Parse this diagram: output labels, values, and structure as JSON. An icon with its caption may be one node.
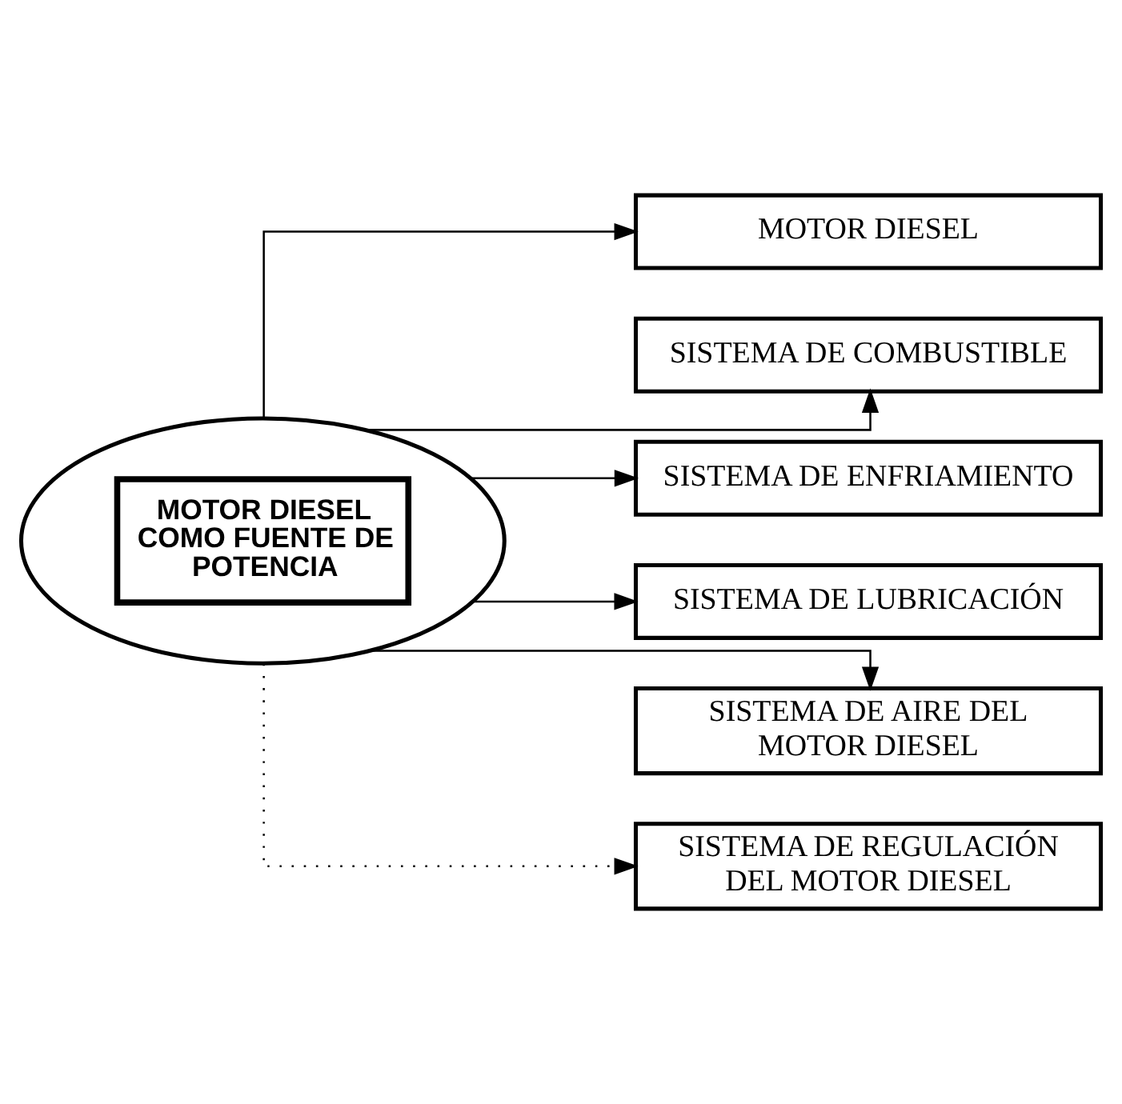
{
  "diagram": {
    "nodes": [
      {
        "text": [
          "MOTOR DIESEL COMO FUENTE DE POTENCIA"
        ]
      },
      {
        "text": [
          "MOTOR DIESEL"
        ]
      },
      {
        "text": [
          "SISTEMA DE COMBUSTIBLE"
        ]
      },
      {
        "text": [
          "SISTEMA DE ENFRIAMIENTO"
        ]
      },
      {
        "text": [
          "SISTEMA DE LUBRICACIÓN"
        ]
      },
      {
        "text": [
          "SISTEMA DE AIRE DEL MOTOR DIESEL"
        ]
      },
      {
        "text": [
          "SISTEMA DE REGULACIÓN DEL MOTOR DIESEL"
        ]
      }
    ],
    "edges": [
      {
        "from": 0,
        "to": 1,
        "arrow": "to"
      },
      {
        "from": 0,
        "to": 2,
        "arrow": "to"
      },
      {
        "from": 0,
        "to": 3,
        "arrow": "to"
      },
      {
        "from": 0,
        "to": 4,
        "arrow": "to"
      },
      {
        "from": 0,
        "to": 5,
        "arrow": "to"
      },
      {
        "from": 0,
        "to": 6,
        "arrow": "to",
        "style": "dashed"
      }
    ]
  }
}
